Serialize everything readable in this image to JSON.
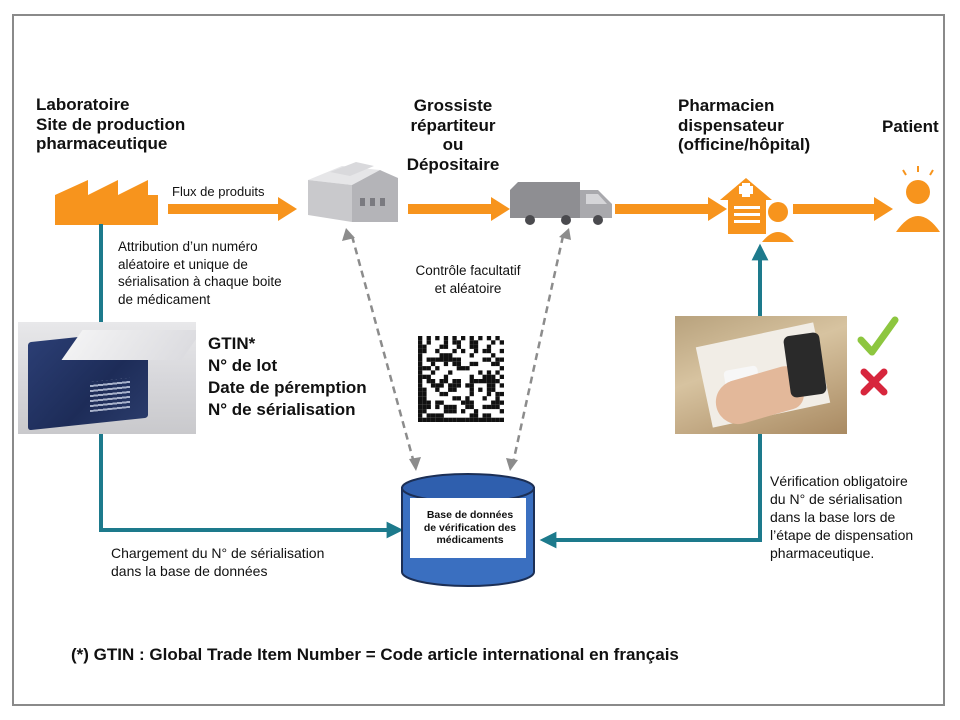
{
  "actors": {
    "laboratoire": [
      "Laboratoire",
      "Site de production",
      "pharmaceutique"
    ],
    "grossiste": [
      "Grossiste",
      "répartiteur",
      "ou",
      "Dépositaire"
    ],
    "pharmacien": [
      "Pharmacien",
      "dispensateur",
      "(officine/hôpital)"
    ],
    "patient": "Patient"
  },
  "labels": {
    "flux_produits": "Flux de produits",
    "attribution": [
      "Attribution d’un numéro",
      "aléatoire et unique de",
      "sérialisation à chaque boite",
      "de médicament"
    ],
    "controle": [
      "Contrôle facultatif",
      "et aléatoire"
    ],
    "identifiers": [
      "GTIN*",
      "N° de lot",
      "Date de péremption",
      "N° de sérialisation"
    ],
    "verification": [
      "Vérification obligatoire",
      "du N° de sérialisation",
      "dans la base lors de",
      "l’étape de dispensation",
      "pharmaceutique."
    ],
    "chargement": [
      "Chargement du N° de sérialisation",
      "dans la base de données"
    ],
    "database": [
      "Base de données",
      "de vérification des",
      "médicaments"
    ],
    "footnote": "(*) GTIN : Global Trade Item Number = Code article international en français"
  },
  "icons": {
    "factory": "factory-icon",
    "warehouse": "warehouse-icon",
    "truck": "truck-icon",
    "pharmacy": "pharmacy-icon",
    "patient": "patient-icon",
    "datamatrix": "datamatrix-icon",
    "check": "check-icon",
    "cross": "cross-icon",
    "database": "database-icon"
  },
  "colors": {
    "orange": "#f7941d",
    "teal": "#1d7a8c",
    "gray_dash": "#8c8c8c",
    "db_blue": "#3a6fc0",
    "check_green": "#8dc63f",
    "cross_red": "#d7263d"
  }
}
